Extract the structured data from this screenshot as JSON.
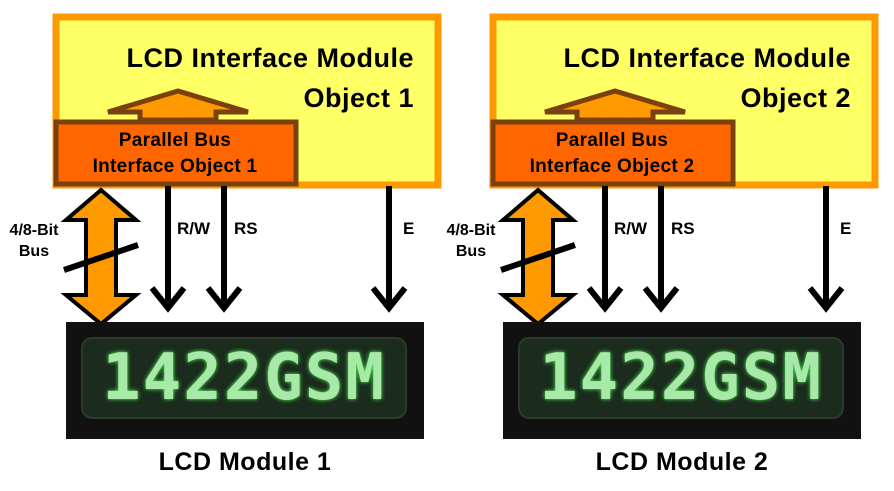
{
  "modules": [
    {
      "interface_module": {
        "line1": "LCD Interface Module",
        "line2": "Object 1"
      },
      "parallel_bus": {
        "line1": "Parallel Bus",
        "line2": "Interface Object 1"
      },
      "bus_label": {
        "line1": "4/8-Bit",
        "line2": "Bus"
      },
      "signals": {
        "rw": "R/W",
        "rs": "RS",
        "e": "E"
      },
      "display_text": "1422GSM",
      "caption": "LCD Module 1"
    },
    {
      "interface_module": {
        "line1": "LCD Interface Module",
        "line2": "Object 2"
      },
      "parallel_bus": {
        "line1": "Parallel Bus",
        "line2": "Interface Object 2"
      },
      "bus_label": {
        "line1": "4/8-Bit",
        "line2": "Bus"
      },
      "signals": {
        "rw": "R/W",
        "rs": "RS",
        "e": "E"
      },
      "display_text": "1422GSM",
      "caption": "LCD Module 2"
    }
  ],
  "colors": {
    "module_fill": "#ffff66",
    "module_border": "#ff9900",
    "bus_fill": "#ff6600",
    "bus_border": "#7a4010",
    "bus_arrow_fill": "#ff9900",
    "lcd_bezel": "#111111",
    "lcd_screen": "#1b2b1e",
    "lcd_text": "#a8e8a8"
  }
}
